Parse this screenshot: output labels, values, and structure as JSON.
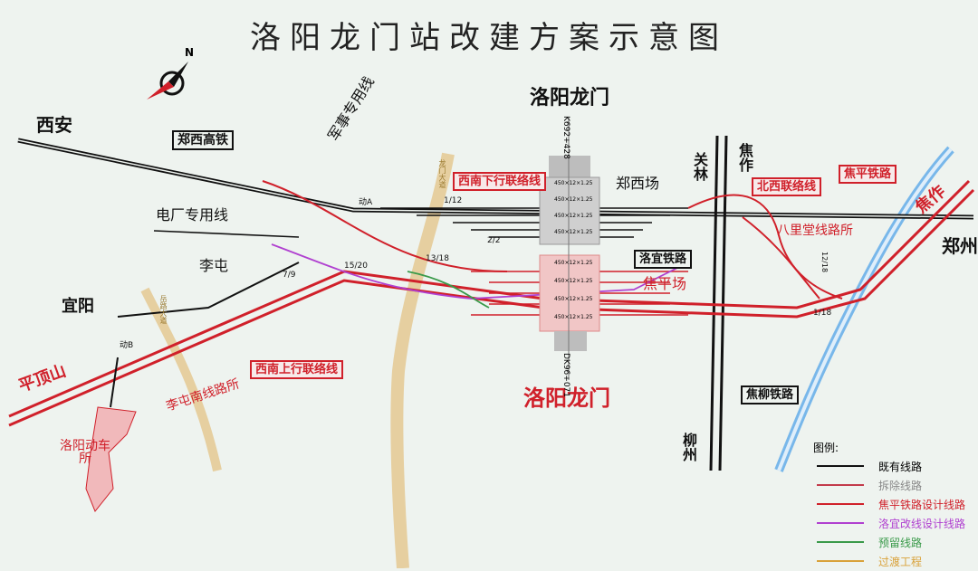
{
  "title": "洛阳龙门站改建方案示意图",
  "compass": {
    "label": "N"
  },
  "stations": {
    "luoyang_longmen_top": "洛阳龙门",
    "luoyang_longmen_bottom": "洛阳龙门",
    "zhengxi_yard": "郑西场",
    "jiaoping_yard": "焦平场",
    "litun": "李屯"
  },
  "directions": {
    "xian": "西安",
    "zhengzhou": "郑州",
    "yiyang": "宜阳",
    "pingdingshan": "平顶山",
    "guanlin": "关林",
    "jiaozuo_n": "焦作",
    "jiaozuo_e": "焦作",
    "liuzhou": "柳州"
  },
  "lines": {
    "zhengxi_hsr": "郑西高铁",
    "junshi": "军事专用线",
    "dianchang": "电厂专用线",
    "xinan_down": "西南下行联络线",
    "xinan_up": "西南上行联络线",
    "beixi": "北西联络线",
    "jiaoping": "焦平铁路",
    "luoyi": "洛宜铁路",
    "jiaoliu": "焦柳铁路",
    "balitang": "八里堂线路所",
    "litun_south": "李屯南线路所",
    "dongche": "洛阳动车所"
  },
  "small_labels": {
    "dongA": "动A",
    "dongB": "动B",
    "s1_12": "1/12",
    "s2_2": "2/2",
    "s13_18": "13/18",
    "s15_20": "15/20",
    "s7_9": "7/9",
    "s1_18": "1/18",
    "s12_18": "12/18",
    "road1": "龙门大道",
    "road2": "岳路大道"
  },
  "platform_labels": {
    "top": [
      "450×12×1.25",
      "450×12×1.25",
      "450×12×1.25",
      "450×12×1.25"
    ],
    "bottom": [
      "450×12×1.25",
      "450×12×1.25",
      "450×12×1.25",
      "450×12×1.25"
    ]
  },
  "mileage": {
    "top": "K692+428",
    "bottom": "DK96+071"
  },
  "legend": {
    "heading": "图例:",
    "items": [
      {
        "label": "既有线路",
        "color": "#111111"
      },
      {
        "label": "拆除线路",
        "color": "#c23a4a"
      },
      {
        "label": "焦平铁路设计线路",
        "color": "#d0202a"
      },
      {
        "label": "洛宜改线设计线路",
        "color": "#b040d0"
      },
      {
        "label": "预留线路",
        "color": "#3a9a4a"
      },
      {
        "label": "过渡工程",
        "color": "#d9a23a"
      }
    ]
  },
  "colors": {
    "existing": "#111111",
    "jiaoping": "#d0202a",
    "luoyi": "#b040d0",
    "reserved": "#3a9a4a",
    "transition": "#d9a23a",
    "river": "#5aa8e8"
  }
}
